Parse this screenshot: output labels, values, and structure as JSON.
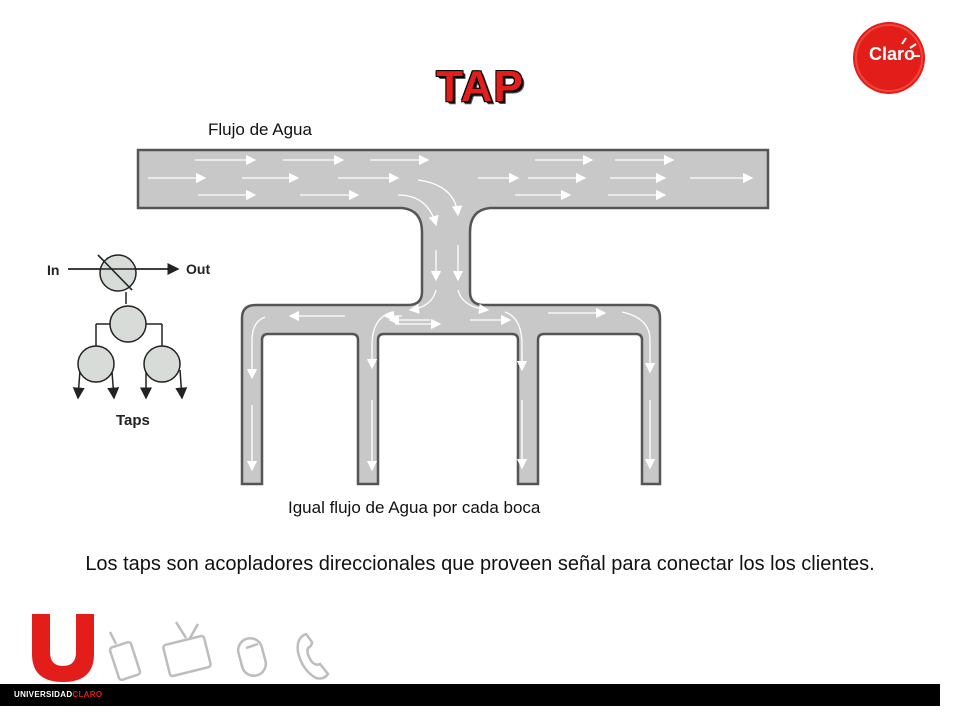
{
  "slide": {
    "title": "TAP",
    "flow_label": "Flujo de Agua",
    "equal_flow_label": "Igual flujo de Agua por cada boca",
    "description": "Los taps son acopladores direccionales que proveen señal para conectar los los clientes."
  },
  "tap_diagram": {
    "in_label": "In",
    "out_label": "Out",
    "taps_label": "Taps"
  },
  "logo": {
    "text": "Claro",
    "color": "#e31d1a"
  },
  "footer": {
    "prefix": "UNIVERSIDAD",
    "brand": "CLARO"
  },
  "colors": {
    "accent": "#e31d1a",
    "pipe_fill": "#c8c8c8",
    "pipe_stroke": "#555555"
  }
}
